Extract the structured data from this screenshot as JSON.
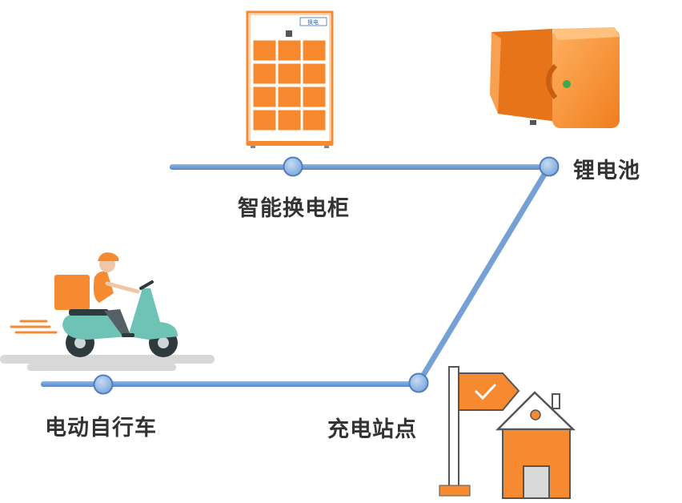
{
  "labels": {
    "cabinet": "智能换电柜",
    "battery": "锂电池",
    "ebike": "电动自行车",
    "station": "充电站点"
  },
  "cabinet_badge": "换电",
  "colors": {
    "line": "#6f9fd8",
    "line_dark": "#5a88c4",
    "node_fill": "#8db3e2",
    "node_stroke": "#4f7fbd",
    "orange": "#fa8a2e",
    "orange_dark": "#e06a10",
    "teal": "#6fc3b6",
    "label": "#333333"
  }
}
